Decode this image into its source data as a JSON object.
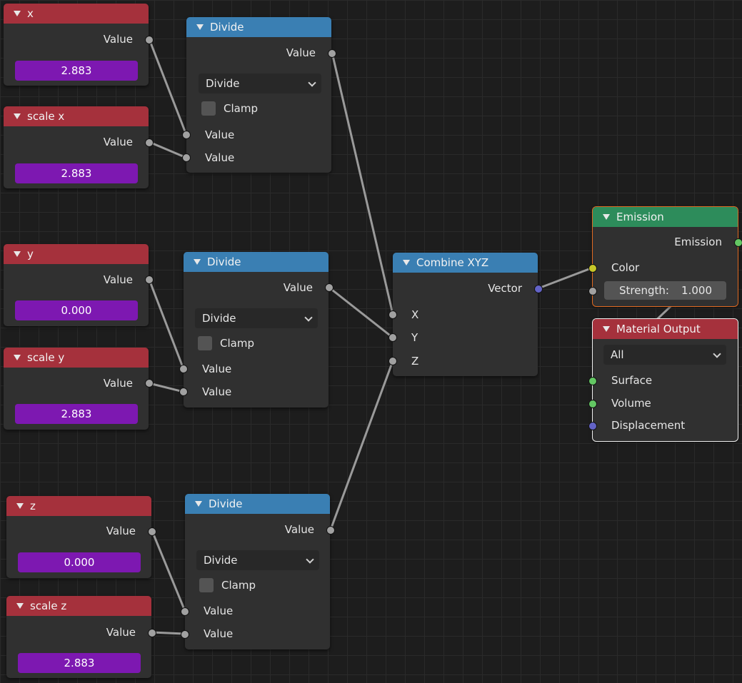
{
  "colors": {
    "input_header": "#a5313c",
    "math_header": "#3a7fb3",
    "shader_header": "#2d8c5b",
    "value_field": "#7d18b1",
    "socket_gray": "#a1a1a1",
    "socket_yellow": "#c7c729",
    "socket_blue": "#6363c7",
    "socket_green": "#63c763"
  },
  "value_nodes": [
    {
      "title": "x",
      "output_label": "Value",
      "value": "2.883"
    },
    {
      "title": "scale x",
      "output_label": "Value",
      "value": "2.883"
    },
    {
      "title": "y",
      "output_label": "Value",
      "value": "0.000"
    },
    {
      "title": "scale y",
      "output_label": "Value",
      "value": "2.883"
    },
    {
      "title": "z",
      "output_label": "Value",
      "value": "0.000"
    },
    {
      "title": "scale z",
      "output_label": "Value",
      "value": "2.883"
    }
  ],
  "divide_nodes": [
    {
      "title": "Divide",
      "output_label": "Value",
      "operation": "Divide",
      "clamp_label": "Clamp",
      "input1_label": "Value",
      "input2_label": "Value"
    },
    {
      "title": "Divide",
      "output_label": "Value",
      "operation": "Divide",
      "clamp_label": "Clamp",
      "input1_label": "Value",
      "input2_label": "Value"
    },
    {
      "title": "Divide",
      "output_label": "Value",
      "operation": "Divide",
      "clamp_label": "Clamp",
      "input1_label": "Value",
      "input2_label": "Value"
    }
  ],
  "combine": {
    "title": "Combine XYZ",
    "output_label": "Vector",
    "inputs": [
      "X",
      "Y",
      "Z"
    ]
  },
  "emission": {
    "title": "Emission",
    "output_label": "Emission",
    "color_label": "Color",
    "strength_label": "Strength:",
    "strength_value": "1.000"
  },
  "material_output": {
    "title": "Material Output",
    "target": "All",
    "inputs": [
      "Surface",
      "Volume",
      "Displacement"
    ]
  }
}
